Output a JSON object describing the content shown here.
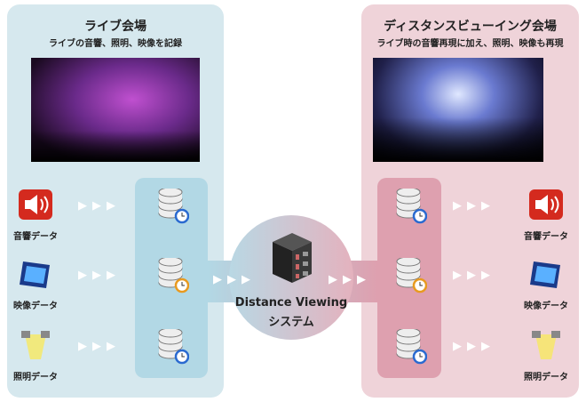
{
  "left_venue": {
    "title": "ライブ会場",
    "subtitle": "ライブの音響、照明、映像を記録"
  },
  "right_venue": {
    "title": "ディスタンスビューイング会場",
    "subtitle": "ライブ時の音響再現に加え、照明、映像も再現"
  },
  "data_types": [
    {
      "label": "音響データ",
      "icon": "speaker-icon"
    },
    {
      "label": "映像データ",
      "icon": "film-icon"
    },
    {
      "label": "照明データ",
      "icon": "spotlight-icon"
    }
  ],
  "system": {
    "line1": "Distance Viewing",
    "line2": "システム"
  },
  "arrow_glyph": "▶▶▶",
  "colors": {
    "left_panel": "#d6e8ee",
    "right_panel": "#efd3d9",
    "left_col": "#b2d8e5",
    "right_col": "#dea0af"
  }
}
